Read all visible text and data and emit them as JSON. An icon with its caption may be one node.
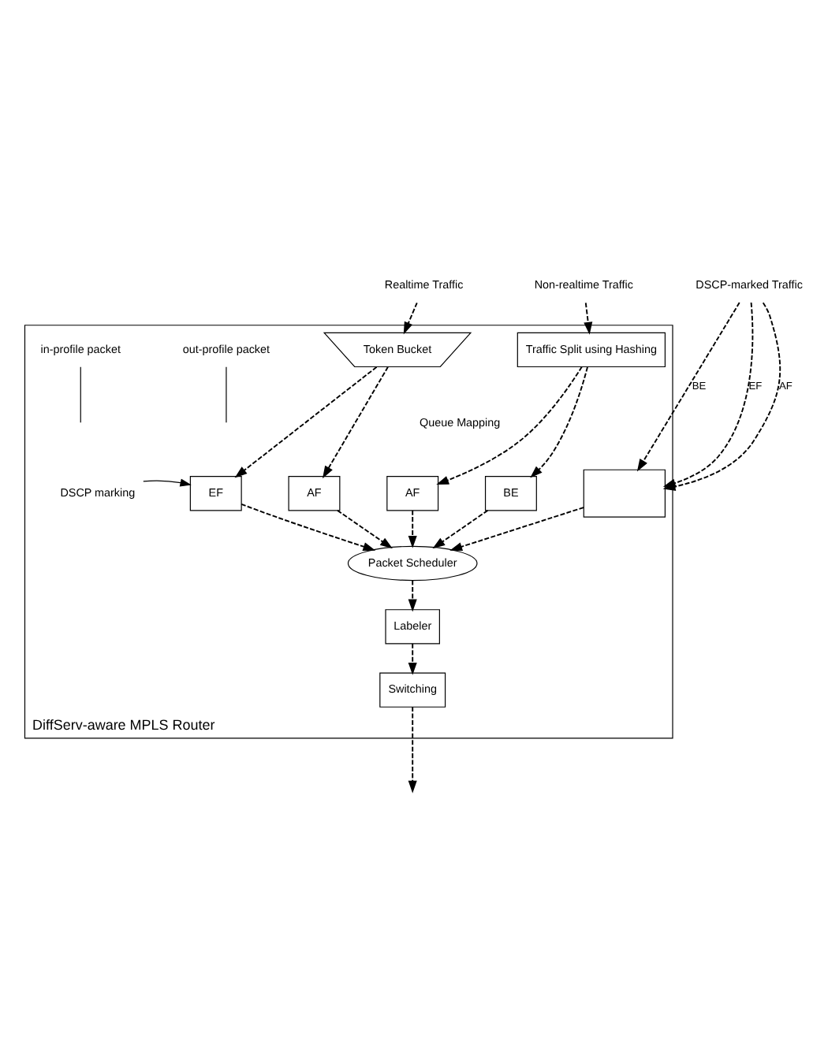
{
  "diagram": {
    "nodes": [
      {
        "text": [
          "DiffServ-aware MPLS Router"
        ]
      },
      {
        "text": [
          "Realtime Traffic"
        ]
      },
      {
        "text": [
          "Non-realtime Traffic"
        ]
      },
      {
        "text": [
          "DSCP-marked Traffic"
        ]
      },
      {
        "text": [
          "Token Bucket"
        ],
        "in": 0
      },
      {
        "text": [
          "EF"
        ],
        "in": 0
      },
      {
        "text": [
          "AF"
        ],
        "in": 0
      },
      {
        "text": [
          "Traffic Split using Hashing"
        ],
        "in": 0
      },
      {
        "text": [
          "AF"
        ],
        "in": 0
      },
      {
        "text": [
          "BE"
        ],
        "in": 0
      },
      {
        "text": [],
        "shape": "box",
        "in": 0
      },
      {
        "text": [
          "Packet Scheduler"
        ],
        "in": 0
      },
      {
        "text": [
          "Labeler"
        ],
        "in": 0
      },
      {
        "text": [
          "Switching"
        ],
        "in": 0
      },
      {
        "text": [
          "DSCP marking"
        ],
        "in": 0
      },
      {
        "text": [
          "in-profile packet"
        ],
        "in": 0
      },
      {
        "text": [
          "out-profile packet"
        ],
        "in": 0
      }
    ],
    "edges": [
      {
        "from": 1,
        "to": 4,
        "arrow": "to",
        "style": "dashed"
      },
      {
        "from": 4,
        "to": 5,
        "arrow": "to",
        "style": "dashed"
      },
      {
        "from": 4,
        "to": 6,
        "arrow": "to",
        "style": "dashed"
      },
      {
        "from": 2,
        "to": 7,
        "arrow": "to",
        "style": "dashed"
      },
      {
        "from": 7,
        "to": 8,
        "arrow": "to",
        "style": "dashed"
      },
      {
        "from": 7,
        "to": 9,
        "arrow": "to",
        "style": "dashed"
      },
      {
        "from": 3,
        "to": 10,
        "label": "EF",
        "arrow": "to",
        "style": "dashed"
      },
      {
        "from": 3,
        "to": 10,
        "label": "AF",
        "arrow": "to",
        "style": "dashed"
      },
      {
        "from": 3,
        "to": 10,
        "label": "BE",
        "arrow": "to",
        "style": "dashed"
      },
      {
        "from": 5,
        "to": 11,
        "arrow": "to",
        "style": "dashed"
      },
      {
        "from": 6,
        "to": 11,
        "arrow": "to",
        "style": "dashed"
      },
      {
        "from": 8,
        "to": 11,
        "arrow": "to",
        "style": "dashed"
      },
      {
        "from": 9,
        "to": 11,
        "arrow": "to",
        "style": "dashed"
      },
      {
        "from": 10,
        "to": 11,
        "arrow": "to",
        "style": "dashed"
      },
      {
        "from": 11,
        "to": 12,
        "arrow": "to",
        "style": "dashed"
      },
      {
        "from": 12,
        "to": 13,
        "arrow": "to",
        "style": "dashed"
      },
      {
        "from": 13,
        "to": null,
        "arrow": "to",
        "style": "dashed"
      },
      {
        "from": 14,
        "to": 5,
        "arrow": "to"
      },
      {
        "from": 15,
        "to": null,
        "arrow": "none"
      },
      {
        "from": 16,
        "to": null,
        "arrow": "none"
      }
    ],
    "labels": [
      "Queue Mapping"
    ]
  }
}
